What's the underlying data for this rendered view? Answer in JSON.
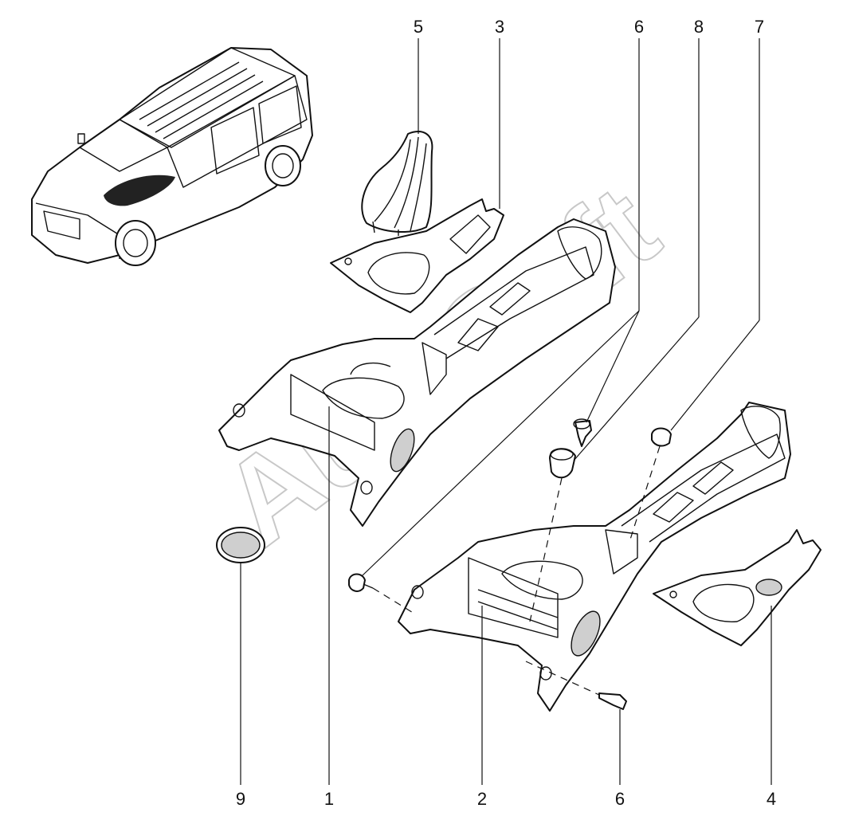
{
  "watermark": "AutoSoft",
  "callouts": {
    "c5": "5",
    "c3": "3",
    "c6_top": "6",
    "c8": "8",
    "c7": "7",
    "c9": "9",
    "c1": "1",
    "c2": "2",
    "c6_bottom": "6",
    "c4": "4"
  }
}
